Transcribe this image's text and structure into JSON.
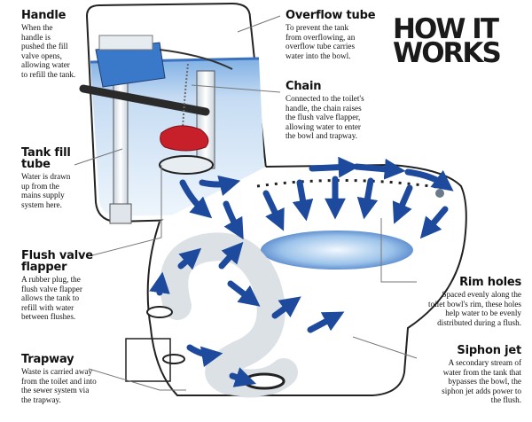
{
  "heading": [
    "HOW IT",
    "WORKS"
  ],
  "colors": {
    "water": "#2d5fb0",
    "water_light": "#9cc3ea",
    "arrow": "#1d4a9c",
    "ceramic": "#ffffff",
    "outline": "#222222",
    "flapper": "#c8202a",
    "handle_blue": "#3a78c9"
  },
  "labels": {
    "handle": {
      "title": "Handle",
      "desc": [
        "When the",
        "handle is",
        "pushed the fill",
        "valve opens,",
        "allowing water",
        "to refill the tank."
      ]
    },
    "overflow": {
      "title": "Overflow tube",
      "desc": [
        "To prevent the tank",
        "from overflowing, an",
        "overflow tube carries",
        "water into the bowl."
      ]
    },
    "chain": {
      "title": "Chain",
      "desc": [
        "Connected to the toilet's",
        "handle, the chain raises",
        "the flush valve flapper,",
        "allowing water to enter",
        "the bowl and trapway."
      ]
    },
    "tank_fill": {
      "title": [
        "Tank fill",
        "tube"
      ],
      "desc": [
        "Water is drawn",
        "up from the",
        "mains supply",
        "system here."
      ]
    },
    "flapper": {
      "title": [
        "Flush valve",
        "flapper"
      ],
      "desc": [
        "A rubber plug, the",
        "flush valve flapper",
        "allows the tank to",
        "refill with water",
        "between flushes."
      ]
    },
    "rim_holes": {
      "title": "Rim holes",
      "desc": [
        "Spaced evenly along the",
        "toilet bowl's rim, these holes",
        "help water to be evenly",
        "distributed during a flush."
      ]
    },
    "siphon": {
      "title": "Siphon jet",
      "desc": [
        "A secondary stream of",
        "water from the tank that",
        "bypasses the bowl, the",
        "siphon jet adds power to",
        "the flush."
      ]
    },
    "trapway": {
      "title": "Trapway",
      "desc": [
        "Waste is carried away",
        "from the toilet and into",
        "the sewer system via",
        "the trapway."
      ]
    }
  }
}
